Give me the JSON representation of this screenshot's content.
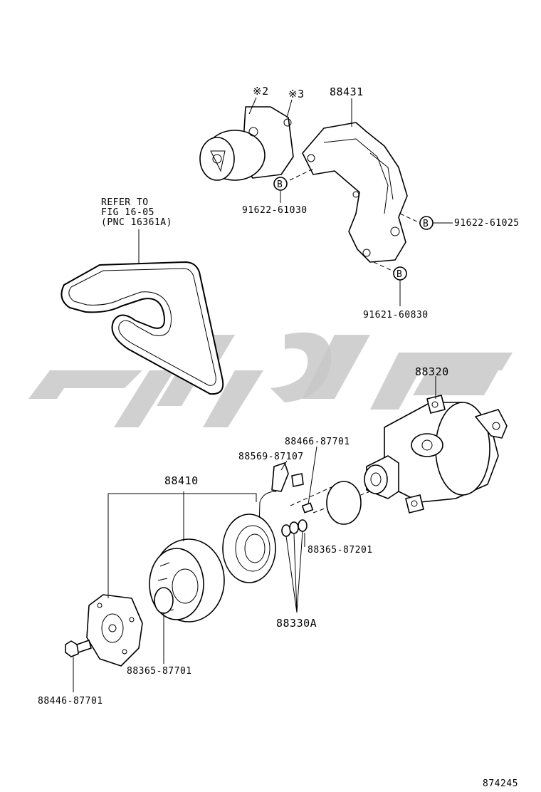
{
  "diagram_number": "874245",
  "watermark": {
    "color": "#c8c8c8"
  },
  "refer_note": {
    "line1": "REFER TO",
    "line2": "FIG 16-05",
    "line3": "(PNC 16361A)"
  },
  "callouts": {
    "note2": "※2",
    "note3": "※3",
    "bracket": "88431",
    "bolt_left": "91622-61030",
    "bolt_right": "91622-61025",
    "bolt_bottom": "91621-60830",
    "bolt_marker": "B",
    "compressor": "88320",
    "clutch_assy": "88410",
    "sensor": "88466-87701",
    "switch": "88569-87107",
    "shim_a": "88365-87201",
    "shim_set": "88330A",
    "snap_ring": "88365-87701",
    "bolt_hub": "88446-87701"
  }
}
